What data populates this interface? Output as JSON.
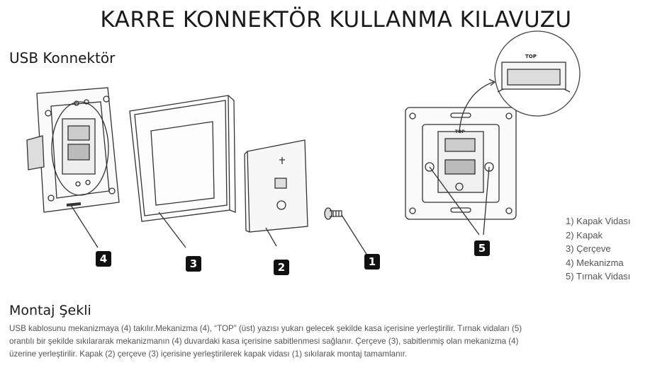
{
  "header": {
    "title": "KARRE KONNEKTÖR KULLANMA KILAVUZU",
    "subtitle": "USB Konnektör"
  },
  "diagram": {
    "top_label": "TOP",
    "callouts": [
      "4",
      "3",
      "2",
      "1",
      "5"
    ]
  },
  "legend": {
    "items": [
      "1) Kapak Vidası",
      "2) Kapak",
      "3) Çerçeve",
      "4) Mekanizma",
      "5) Tırnak Vidası"
    ]
  },
  "montaj": {
    "title": "Montaj Şekli",
    "lines": [
      "USB kablosunu mekanizmaya (4) takılır.Mekanizma (4), “TOP” (üst) yazısı yukarı gelecek şekilde kasa içerisine yerleştirilir. Tırnak vidaları (5)",
      "orantılı bir şekilde sıkılararak mekanizmanın (4) duvardaki kasa içerisine sabitlenmesi sağlanır. Çerçeve (3), sabitlenmiş olan mekanizma (4)",
      "üzerine yerleştirilir.  Kapak (2) çerçeve (3) içerisine yerleştirilerek kapak vidası (1) sıkılarak montaj tamamlanır."
    ]
  }
}
